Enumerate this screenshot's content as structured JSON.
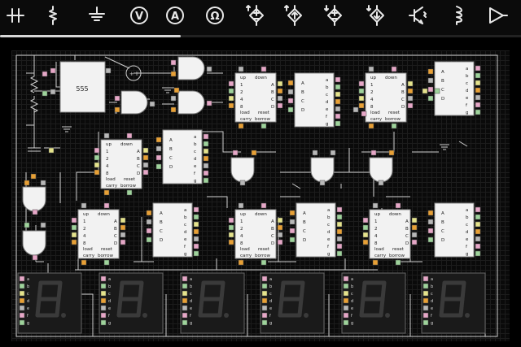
{
  "toolbar": {
    "tools": [
      {
        "name": "wire-junction-tool",
        "icon": "junction-icon"
      },
      {
        "name": "resistor-tool",
        "icon": "resistor-icon"
      },
      {
        "name": "ground-tool",
        "icon": "ground-icon"
      },
      {
        "name": "voltmeter-tool",
        "icon": "voltmeter-icon",
        "glyph": "V"
      },
      {
        "name": "ammeter-tool",
        "icon": "ammeter-icon",
        "glyph": "A"
      },
      {
        "name": "ohmmeter-tool",
        "icon": "ohmmeter-icon",
        "glyph": "Ω"
      },
      {
        "name": "voltage-source-tool",
        "icon": "voltage-source-icon"
      },
      {
        "name": "current-source-up-tool",
        "icon": "current-source-up-icon"
      },
      {
        "name": "voltage-source-down-tool",
        "icon": "voltage-source-down-icon"
      },
      {
        "name": "current-source-down-tool",
        "icon": "current-source-down-icon"
      },
      {
        "name": "transistor-tool",
        "icon": "transistor-icon"
      },
      {
        "name": "inductor-tool",
        "icon": "inductor-icon"
      },
      {
        "name": "play-tool",
        "icon": "play-icon"
      }
    ]
  },
  "circuit": {
    "timer_label": "555",
    "supply_label": "+",
    "counter": {
      "up": "up",
      "down": "down",
      "inputs": [
        "1",
        "2",
        "4",
        "8"
      ],
      "load": "load",
      "reset": "reset",
      "carry": "carry",
      "borrow": "borrow",
      "outputs": [
        "A",
        "B",
        "C",
        "D"
      ]
    },
    "decoder": {
      "inputs": [
        "A",
        "B",
        "C",
        "D"
      ],
      "outputs": [
        "a",
        "b",
        "c",
        "d",
        "e",
        "f",
        "g"
      ]
    },
    "display_digit": "8."
  },
  "colors": {
    "toolbar_bg": "#0b0b0b",
    "icon": "#e8e8e8",
    "wire": "#cfcfcf",
    "chip_body": "#f2f2f2",
    "pin_pink": "#e6a7c7",
    "pin_green": "#9ed39b",
    "pin_orange": "#e8a035",
    "pin_gray": "#b8b8b8",
    "pin_yellow": "#e5e38c",
    "segment_off": "#3a3a3a"
  }
}
